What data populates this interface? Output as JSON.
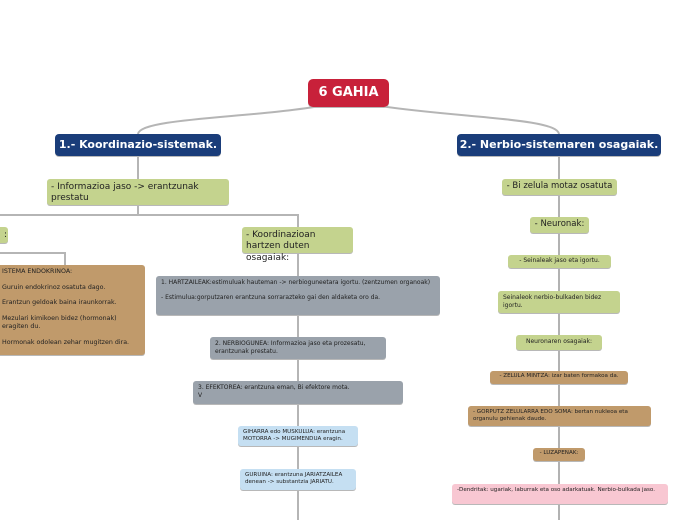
{
  "root": {
    "label": "6 GAHIA"
  },
  "branches": [
    {
      "label": "1.- Koordinazio-sistemak.",
      "children": {
        "info": "- Informazioa jaso -> erantzunak prestatu",
        "left_cut": ":",
        "endokrinoa": "ISTEMA ENDOKRINOA:\n\nGuruin endokrinoz osatuta dago.\n\nErantzun geldoak baina iraunkorrak.\n\nMezulari kimikoen bidez (hormonak) eragiten du.\n\nHormonak odolean zehar mugitzen dira.",
        "osagaiak": "- Koordinazioan hartzen duten osagaiak:",
        "hartzaileak": "1. HARTZAILEAK:estimuluak hauteman -> nerbioguneetara igortu. (zentzumen organoak)\n\n - Estimulua:gorputzaren erantzuna sorrarazteko gai den aldaketa oro da.",
        "nerbiogunea": "2. NERBIOGUNEA: Informazioa jaso eta prozesatu, erantzunak prestatu.",
        "efektorea": "3. EFEKTOREA: erantzuna eman, Bi efektore mota.\nV",
        "giharra": "GIHARRA edo MUSKULUA: erantzuna MOTORRA -> MUGIMENDUA eragin.",
        "guruina": "GURUINA: erantzuna JARIATZAILEA denean -> substantzia JARIATU."
      }
    },
    {
      "label": "2.- Nerbio-sistemaren osagaiak.",
      "children": {
        "bi_zelula": "- Bi zelula motaz osatuta",
        "neuronak": "- Neuronak:",
        "seinaleak": "- Seinaleak jaso eta igortu.",
        "seinaleok": "Seinaleok nerbio-bulkaden bidez igortu.",
        "neuronaren": "Neuronaren osagaiak:",
        "mintza": "- ZELULA MINTZA: izar baten formakoa da.",
        "soma": "- GORPUTZ ZELULARRA EDO SOMA: bertan nukleoa eta organulu gehienak daude.",
        "luzapenak": "- LUZAPENAK:",
        "dendritak": "-Dendritak: ugariak, laburrak eta oso adarkatuak. Nerbio-bulkada jaso."
      }
    }
  ],
  "colors": {
    "root": "#c8213a",
    "main": "#1a3d7a",
    "green": "#c4d38e",
    "grey": "#9aa2ab",
    "brown": "#c09a6b",
    "blue": "#c5dff2",
    "pink": "#f8c7d2"
  }
}
